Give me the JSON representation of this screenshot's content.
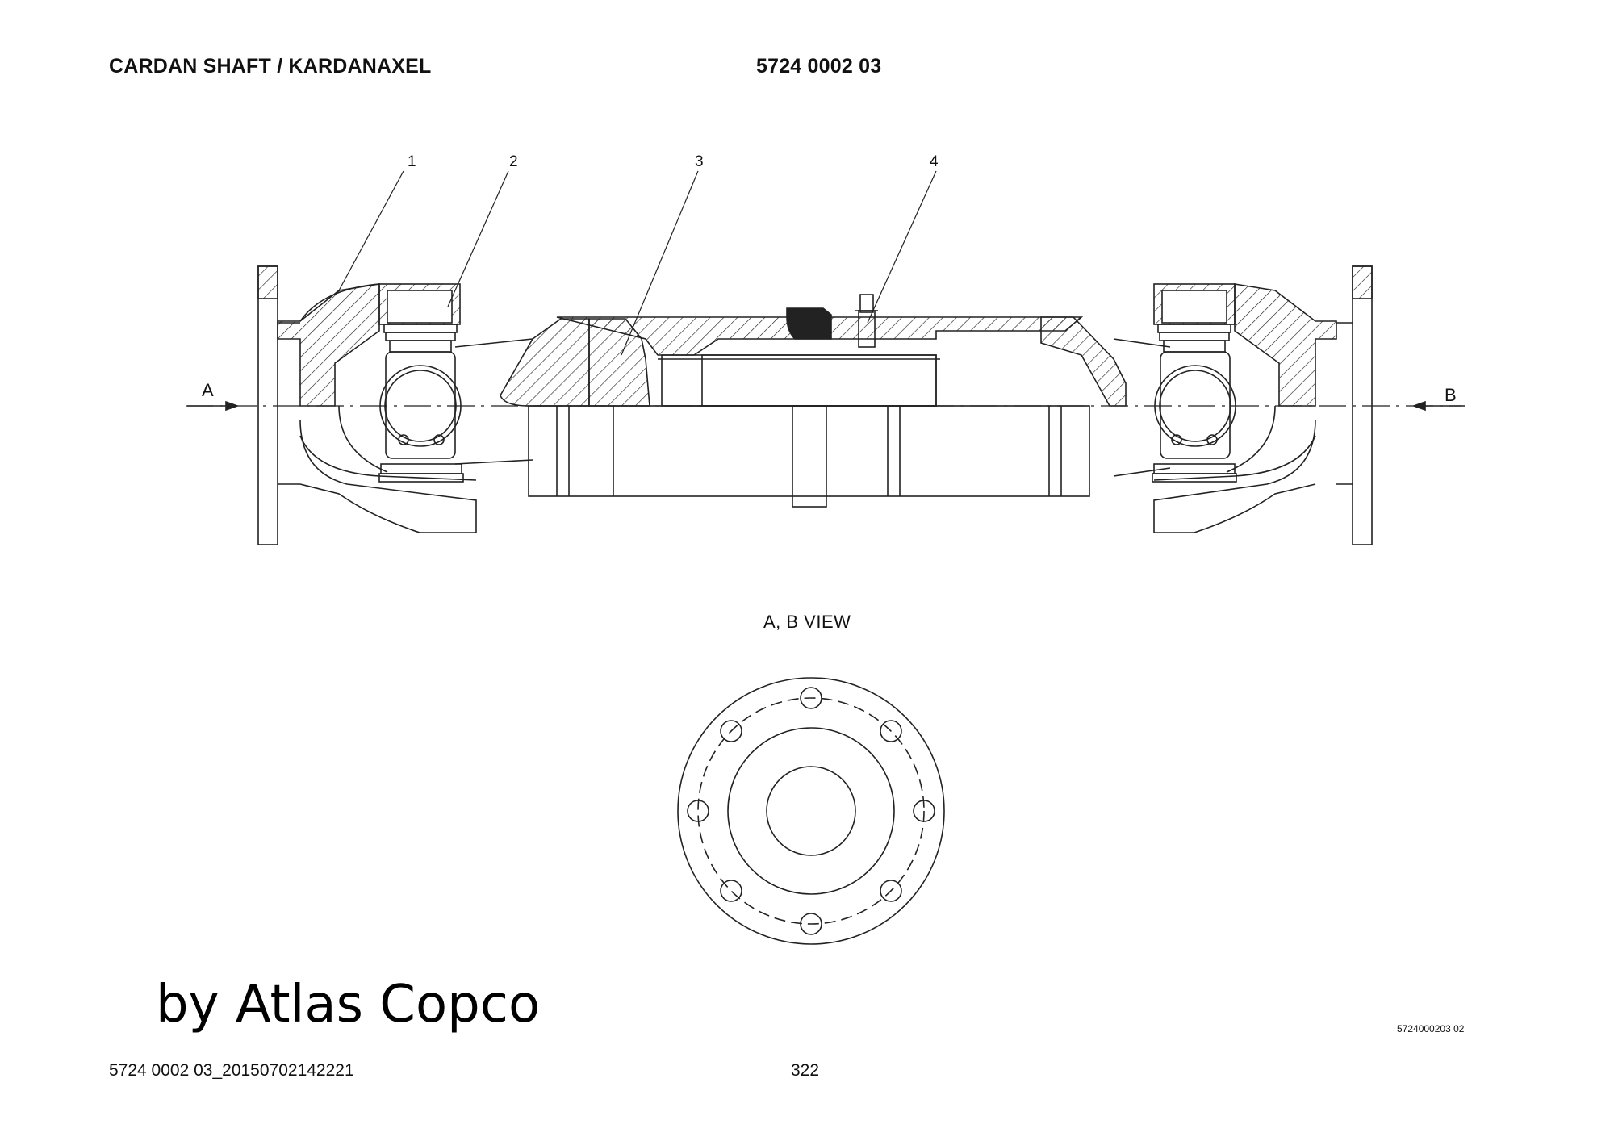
{
  "header": {
    "title": "CARDAN SHAFT / KARDANAXEL",
    "part_number": "5724 0002 03"
  },
  "callouts": [
    "1",
    "2",
    "3",
    "4"
  ],
  "view_arrows": {
    "left": "A",
    "right": "B"
  },
  "view_label": "A, B  VIEW",
  "watermark": "by Atlas Copco",
  "drawing_code": "5724000203 02",
  "footer": {
    "document_id": "5724 0002 03_20150702142221",
    "page_number": "322"
  }
}
